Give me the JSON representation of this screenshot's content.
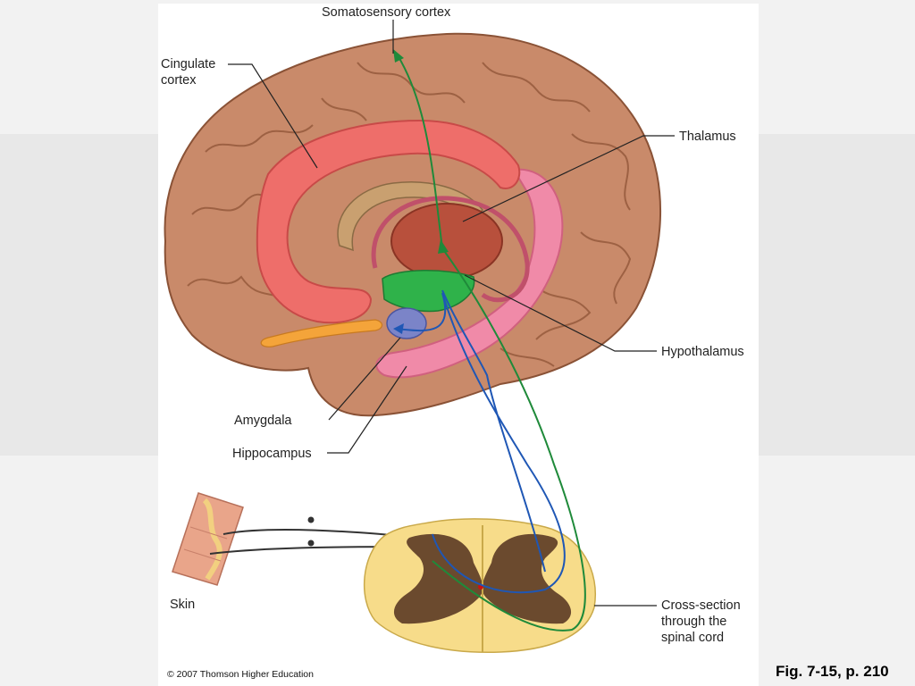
{
  "labels": {
    "somatosensory": "Somatosensory cortex",
    "cingulate": [
      "Cingulate",
      "cortex"
    ],
    "thalamus": "Thalamus",
    "hypothalamus": "Hypothalamus",
    "amygdala": "Amygdala",
    "hippocampus": "Hippocampus",
    "skin": "Skin",
    "spinal_cord": [
      "Cross-section",
      "through the",
      "spinal cord"
    ]
  },
  "copyright": "© 2007 Thomson Higher Education",
  "figure_ref": "Fig. 7-15, p. 210",
  "colors": {
    "brain": "#c98a6a",
    "cingulate": "#ee6e6a",
    "thalamus": "#b8503c",
    "hypothalamus": "#2fb24a",
    "amygdala": "#7b84c8",
    "hippocampus": "#f08aa8",
    "olfactory": "#f4a43a",
    "green_pathway": "#1f8a3a",
    "blue_pathway": "#1f57b5",
    "spinal_white": "#f7dc8a",
    "spinal_gray": "#6b4a2e"
  }
}
